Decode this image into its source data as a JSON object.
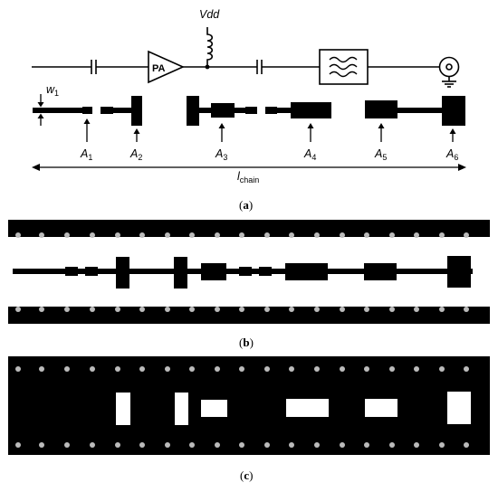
{
  "figure": {
    "labels": {
      "vdd": "Vdd",
      "pa": "PA",
      "w1": {
        "base": "w",
        "sub": "1"
      },
      "lchain": {
        "base": "l",
        "sub": "chain"
      },
      "sections": [
        {
          "base": "A",
          "sub": "1"
        },
        {
          "base": "A",
          "sub": "2"
        },
        {
          "base": "A",
          "sub": "3"
        },
        {
          "base": "A",
          "sub": "4"
        },
        {
          "base": "A",
          "sub": "5"
        },
        {
          "base": "A",
          "sub": "6"
        }
      ]
    },
    "panels": {
      "a": {
        "open": "(",
        "letter": "a",
        "close": ")"
      },
      "b": {
        "open": "(",
        "letter": "b",
        "close": ")"
      },
      "c": {
        "open": "(",
        "letter": "c",
        "close": ")"
      }
    },
    "colors": {
      "ink": "#000000",
      "background": "#ffffff",
      "via": "#bbbbbb"
    }
  }
}
